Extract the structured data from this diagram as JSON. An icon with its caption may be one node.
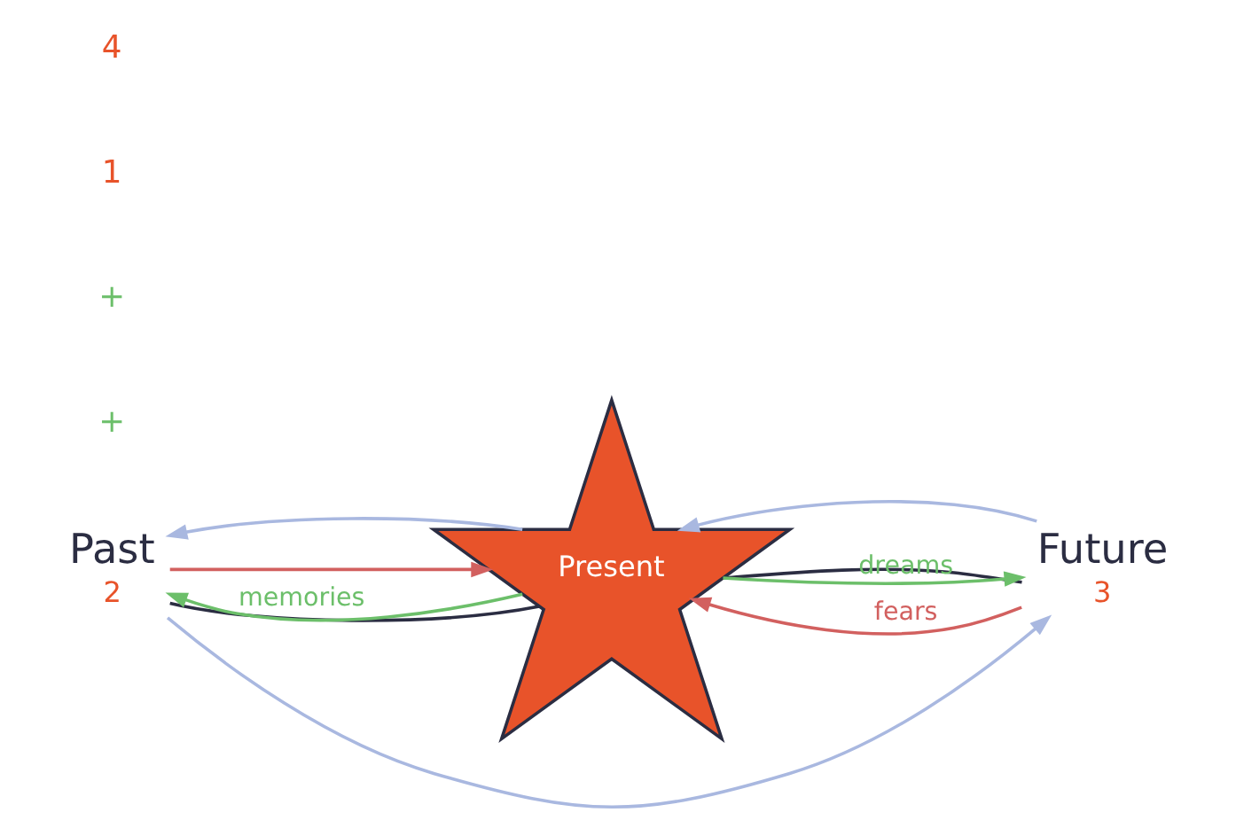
{
  "diagram": {
    "nodes": [
      {
        "text": [
          "Past"
        ],
        "beside": [
          "2"
        ]
      },
      {
        "text": [
          "Present"
        ]
      },
      {
        "text": [
          "Future"
        ],
        "beside": [
          "3"
        ]
      }
    ],
    "edges": [
      {
        "from": 0,
        "to": 1,
        "arrow": "none",
        "color": "#2b2d42"
      },
      {
        "from": 1,
        "to": 2,
        "arrow": "none",
        "color": "#2b2d42"
      },
      {
        "from": 1,
        "to": 0,
        "arrow": "to",
        "label": "memories",
        "color": "#6cbf6a"
      },
      {
        "from": 0,
        "to": 1,
        "arrow": "to",
        "color": "#d2605f"
      },
      {
        "from": 1,
        "to": 2,
        "arrow": "to",
        "label": "dreams",
        "color": "#6cbf6a"
      },
      {
        "from": 2,
        "to": 1,
        "arrow": "to",
        "label": "fears",
        "color": "#d2605f"
      },
      {
        "from": 1,
        "to": 0,
        "arrow": "to",
        "color": "#a9b8e0"
      },
      {
        "from": 0,
        "to": 2,
        "arrow": "to",
        "color": "#a9b8e0"
      },
      {
        "from": 2,
        "to": 1,
        "arrow": "to",
        "color": "#a9b8e0"
      }
    ],
    "labels": [
      "+",
      "+",
      "1",
      "4"
    ]
  }
}
